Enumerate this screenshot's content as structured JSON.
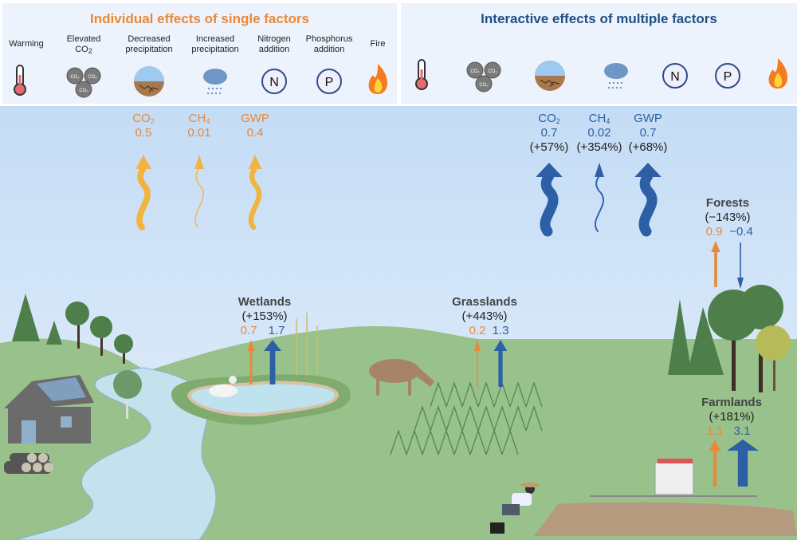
{
  "colors": {
    "orange": "#e8893a",
    "arrow_orange": "#f2b441",
    "blue": "#2c5fa6",
    "title_blue": "#1e4f86",
    "sky": "#cfe3f7",
    "grass": "#98c18c",
    "river": "#c3e2ee",
    "panel_bg": "#edf3fc"
  },
  "individual": {
    "title": "Individual effects of single factors",
    "factors": [
      {
        "label": "Warming",
        "icon": "thermometer-icon"
      },
      {
        "label": "Elevated",
        "label2": "CO",
        "sub": "2",
        "icon": "co2-molecules-icon"
      },
      {
        "label": "Decreased",
        "label2": "precipitation",
        "icon": "drought-icon"
      },
      {
        "label": "Increased",
        "label2": "precipitation",
        "icon": "rain-cloud-icon"
      },
      {
        "label": "Nitrogen",
        "label2": "addition",
        "icon": "nitrogen-icon",
        "glyph": "N"
      },
      {
        "label": "Phosphorus",
        "label2": "addition",
        "icon": "phosphorus-icon",
        "glyph": "P"
      },
      {
        "label": "Fire",
        "icon": "fire-icon"
      }
    ],
    "co2_molecule_text": "CO₂",
    "fluxes": [
      {
        "name": "CO",
        "sub": "2",
        "value": "0.5",
        "magnitude": 0.5
      },
      {
        "name": "CH",
        "sub": "4",
        "value": "0.01",
        "magnitude": 0.01
      },
      {
        "name": "GWP",
        "sub": "",
        "value": "0.4",
        "magnitude": 0.4
      }
    ]
  },
  "interactive": {
    "title": "Interactive effects of multiple factors",
    "fluxes": [
      {
        "name": "CO",
        "sub": "2",
        "value": "0.7",
        "change": "(+57%)",
        "magnitude": 0.7
      },
      {
        "name": "CH",
        "sub": "4",
        "value": "0.02",
        "change": "(+354%)",
        "magnitude": 0.02
      },
      {
        "name": "GWP",
        "sub": "",
        "value": "0.7",
        "change": "(+68%)",
        "magnitude": 0.7
      }
    ]
  },
  "ecosystems": [
    {
      "name": "Wetlands",
      "change": "(+153%)",
      "single": "0.7",
      "multiple": "1.7",
      "single_value": 0.7,
      "multiple_value": 1.7
    },
    {
      "name": "Grasslands",
      "change": "(+443%)",
      "single": "0.2",
      "multiple": "1.3",
      "single_value": 0.2,
      "multiple_value": 1.3
    },
    {
      "name": "Forests",
      "change": "(−143%)",
      "single": "0.9",
      "multiple": "−0.4",
      "single_value": 0.9,
      "multiple_value": -0.4
    },
    {
      "name": "Farmlands",
      "change": "(+181%)",
      "single": "1.1",
      "multiple": "3.1",
      "single_value": 1.1,
      "multiple_value": 3.1
    }
  ]
}
